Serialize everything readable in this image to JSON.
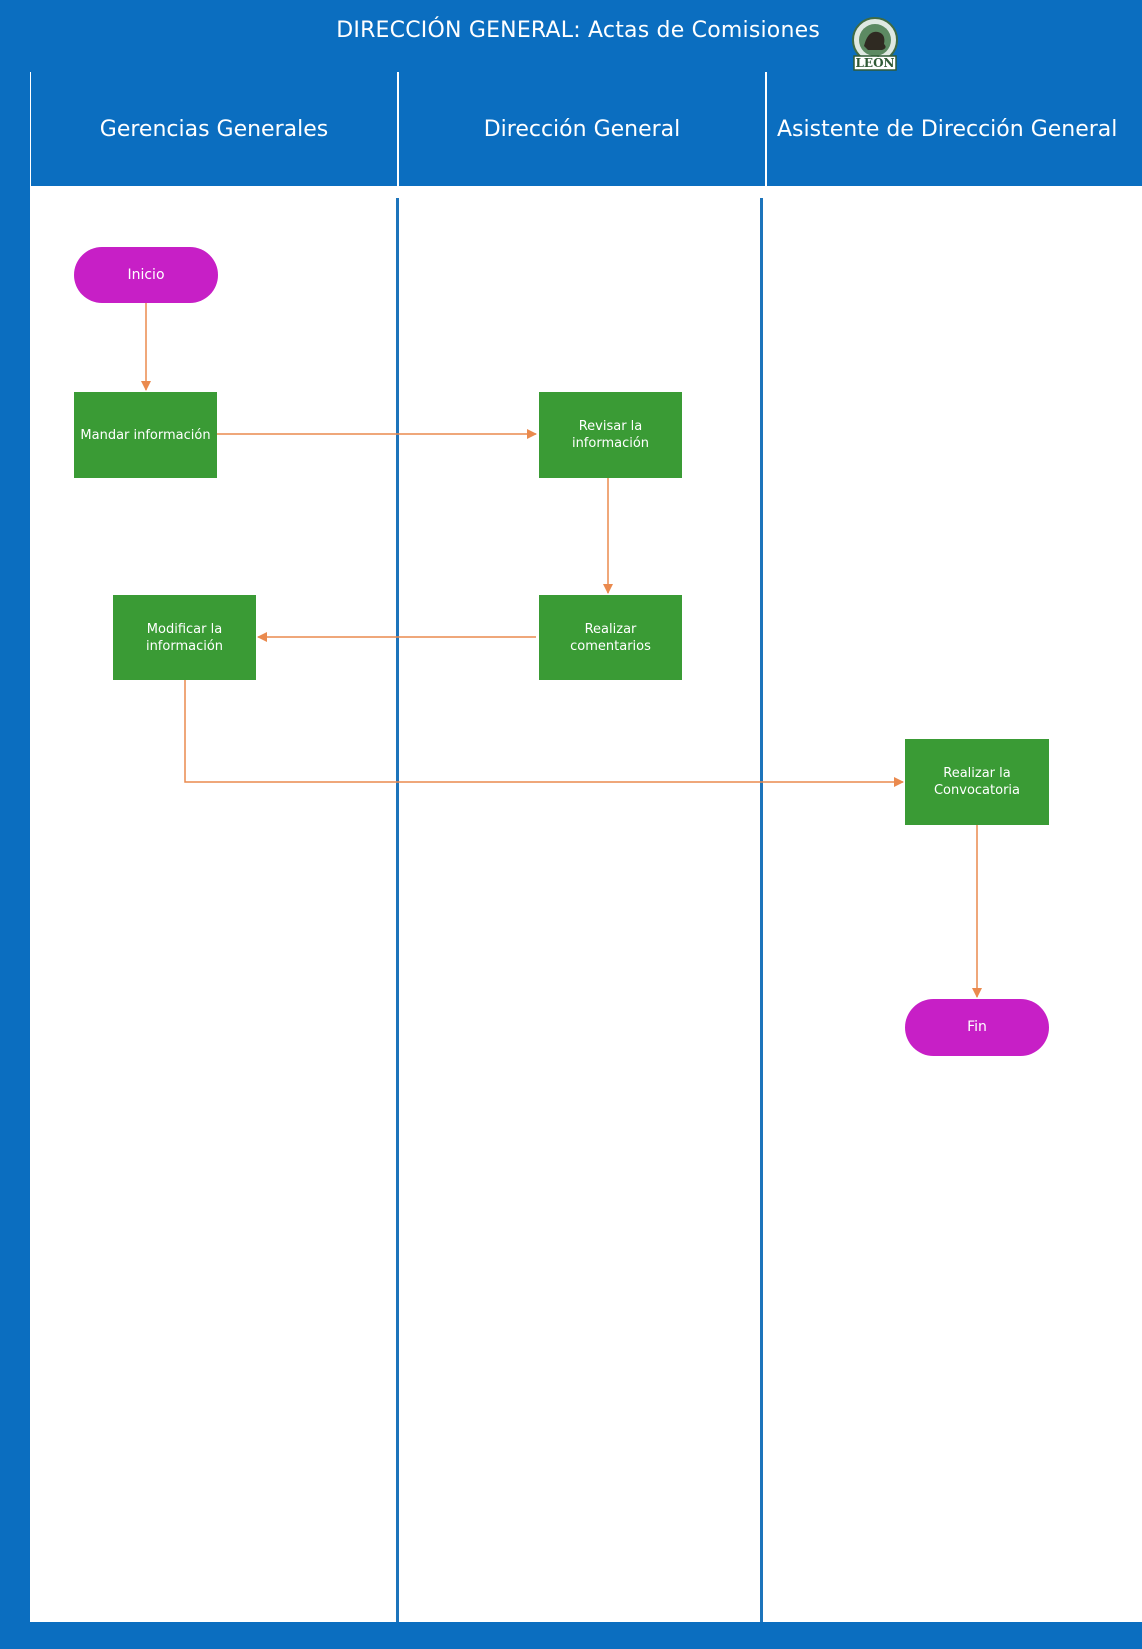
{
  "title": "DIRECCIÓN GENERAL: Actas de Comisiones",
  "logo": {
    "text": "LEÓN",
    "icon": "lion-crest-icon"
  },
  "lanes": [
    {
      "label": "Gerencias Generales"
    },
    {
      "label": "Dirección General"
    },
    {
      "label": "Asistente de Dirección General"
    }
  ],
  "nodes": {
    "inicio": "Inicio",
    "mandar": "Mandar información",
    "revisar": "Revisar la información",
    "realizar_comentarios": "Realizar comentarios",
    "modificar": "Modificar la información",
    "convocatoria": "Realizar la Convocatoria",
    "fin": "Fin"
  },
  "colors": {
    "frame": "#0b6ec0",
    "process": "#3a9b35",
    "terminal": "#c71fc6",
    "connector": "#ea8a4e"
  }
}
